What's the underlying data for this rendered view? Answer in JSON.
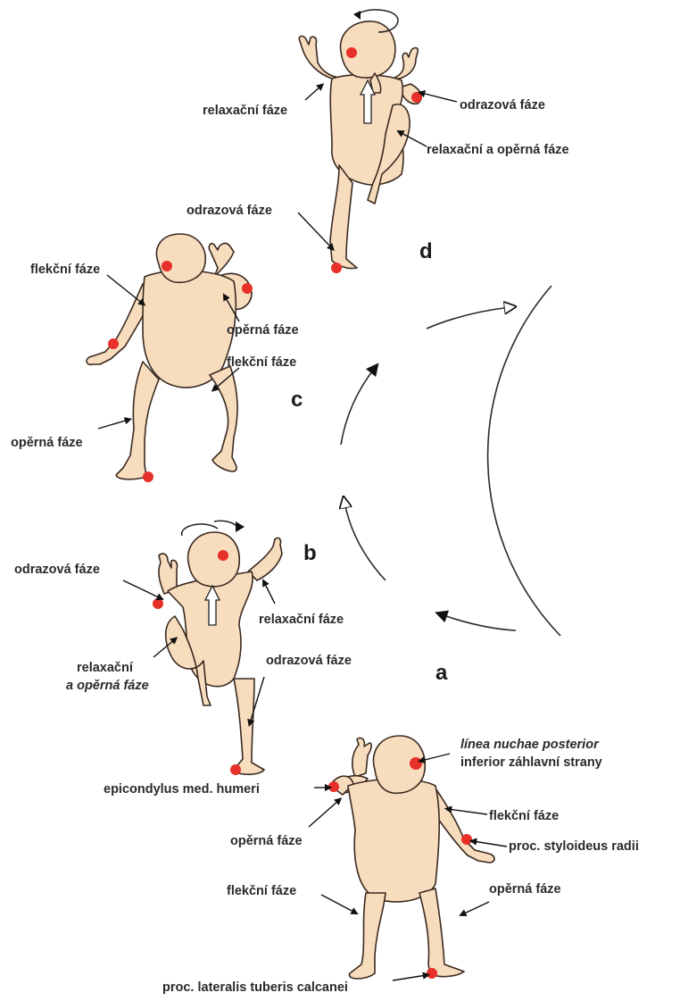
{
  "figure_letters": {
    "a": "a",
    "b": "b",
    "c": "c",
    "d": "d"
  },
  "labels": {
    "d_relax": "relaxační fáze",
    "d_odraz_arm": "odrazová fáze",
    "d_relax_oper": "relaxační a opěrná fáze",
    "d_odraz_foot": "odrazová fáze",
    "c_flek_arm": "flekční fáze",
    "c_oper_arm": "opěrná fáze",
    "c_flek_leg": "flekční fáze",
    "c_oper_leg": "opěrná fáze",
    "b_odraz_arm": "odrazová fáze",
    "b_relax_arm": "relaxační fáze",
    "b_relax_line1": "relaxační",
    "b_relax_line2": "a opěrná fáze",
    "b_odraz_leg": "odrazová fáze",
    "a_linea_line1": "línea nuchae posterior",
    "a_linea_line2": "inferior záhlavní strany",
    "a_epicondylus": "epicondylus med. humeri",
    "a_flek_arm": "flekční fáze",
    "a_oper_arm": "opěrná fáze",
    "a_styloideus": "proc. styloideus radii",
    "a_flek_leg": "flekční fáze",
    "a_oper_leg": "opěrná fáze",
    "a_calcanei": "proc. lateralis tuberis calcanei"
  },
  "colors": {
    "skin": "#f7dcbe",
    "outline": "#3a2a20",
    "dot": "#e8302a",
    "text": "#2a2a2a"
  }
}
